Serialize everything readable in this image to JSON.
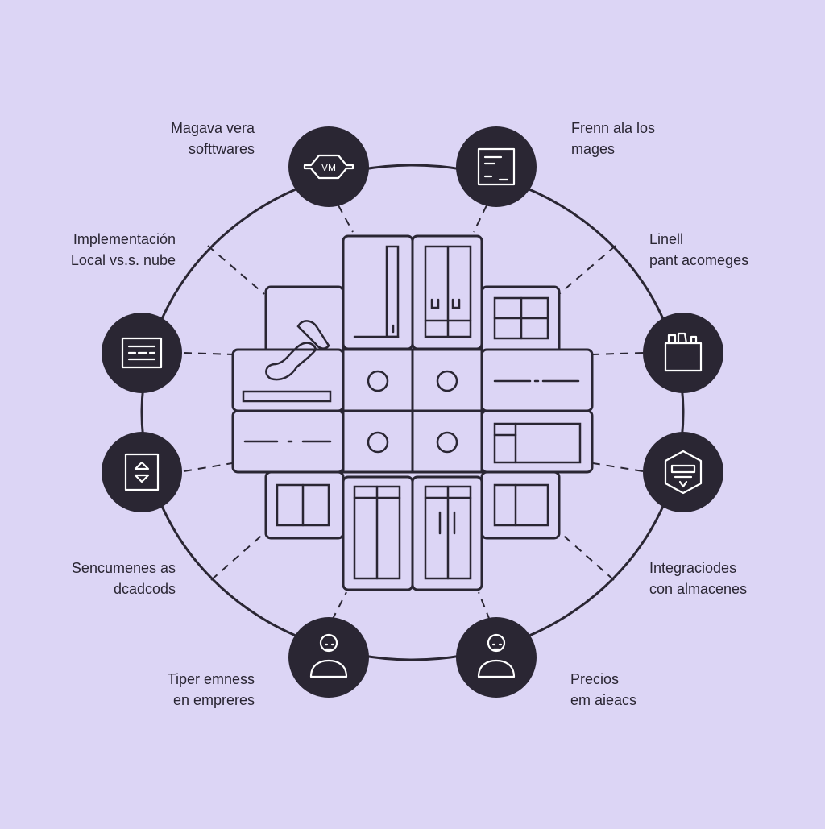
{
  "colors": {
    "background": "#dcd5f5",
    "ink": "#2a2633",
    "node_fill": "#2a2633",
    "node_icon": "#ffffff"
  },
  "nodes": [
    {
      "id": "vm",
      "icon": "vm-icon",
      "icon_text": "VM",
      "label_lines": [
        "Magava vera",
        "softtwares"
      ]
    },
    {
      "id": "images",
      "icon": "document-icon",
      "label_lines": [
        "Frenn ala los",
        "mages"
      ]
    },
    {
      "id": "implementation",
      "icon": "terminal-icon",
      "label_lines": [
        "Implementación",
        "Local vs.s. nube"
      ]
    },
    {
      "id": "linell",
      "icon": "folder-icon",
      "label_lines": [
        "Linell",
        "pant acomeges"
      ]
    },
    {
      "id": "sensors",
      "icon": "arrows-icon",
      "label_lines": [
        "Sencumenes as",
        "dcadcods"
      ]
    },
    {
      "id": "storage",
      "icon": "storage-icon",
      "label_lines": [
        "Integraciodes",
        "con almacenes"
      ]
    },
    {
      "id": "tiper",
      "icon": "person-icon",
      "label_lines": [
        "Tiper emness",
        "en empreres"
      ]
    },
    {
      "id": "precios",
      "icon": "person-icon",
      "label_lines": [
        "Precios",
        "em aieacs"
      ]
    }
  ]
}
